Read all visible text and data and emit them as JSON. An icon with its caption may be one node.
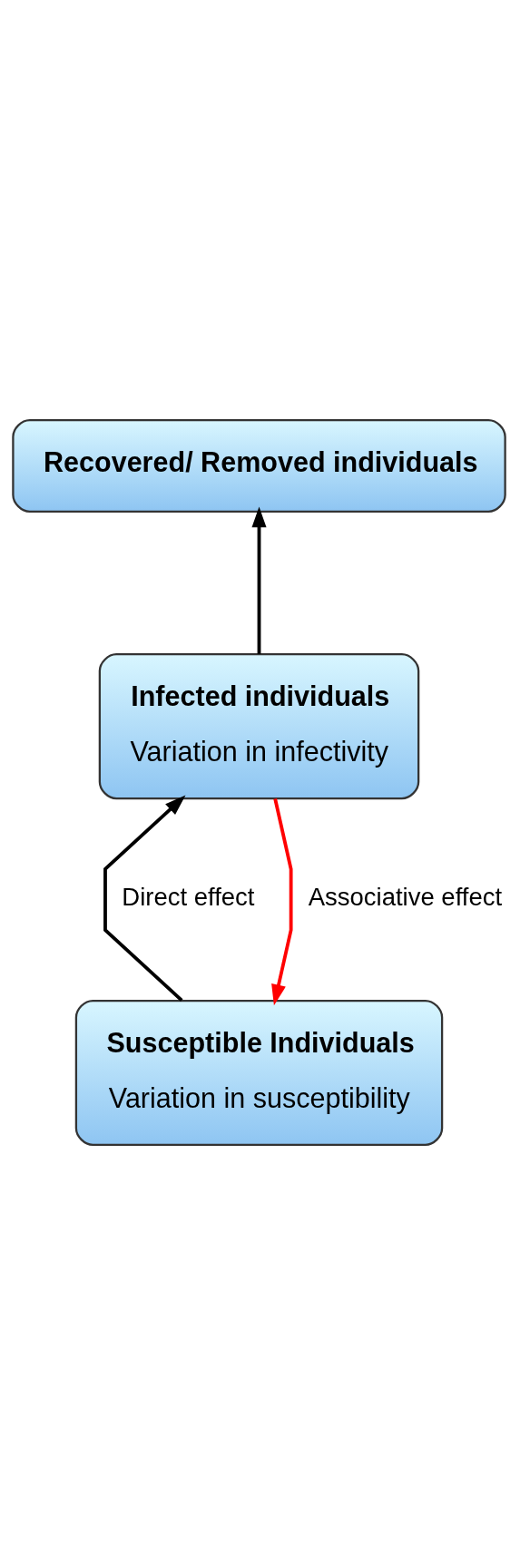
{
  "diagram": {
    "nodes": [
      {
        "text": [
          "Susceptible Individuals",
          "Variation in susceptibility"
        ]
      },
      {
        "text": [
          "Infected individuals",
          "Variation in infectivity"
        ]
      },
      {
        "text": [
          "Recovered/ Removed individuals"
        ]
      }
    ],
    "edges": [
      {
        "from": 0,
        "to": 1,
        "arrow": "to",
        "label": "Direct effect"
      },
      {
        "from": 1,
        "to": 0,
        "arrow": "to",
        "label": "Associative effect",
        "color": "#ff0000"
      },
      {
        "from": 1,
        "to": 2,
        "arrow": "to"
      }
    ]
  }
}
